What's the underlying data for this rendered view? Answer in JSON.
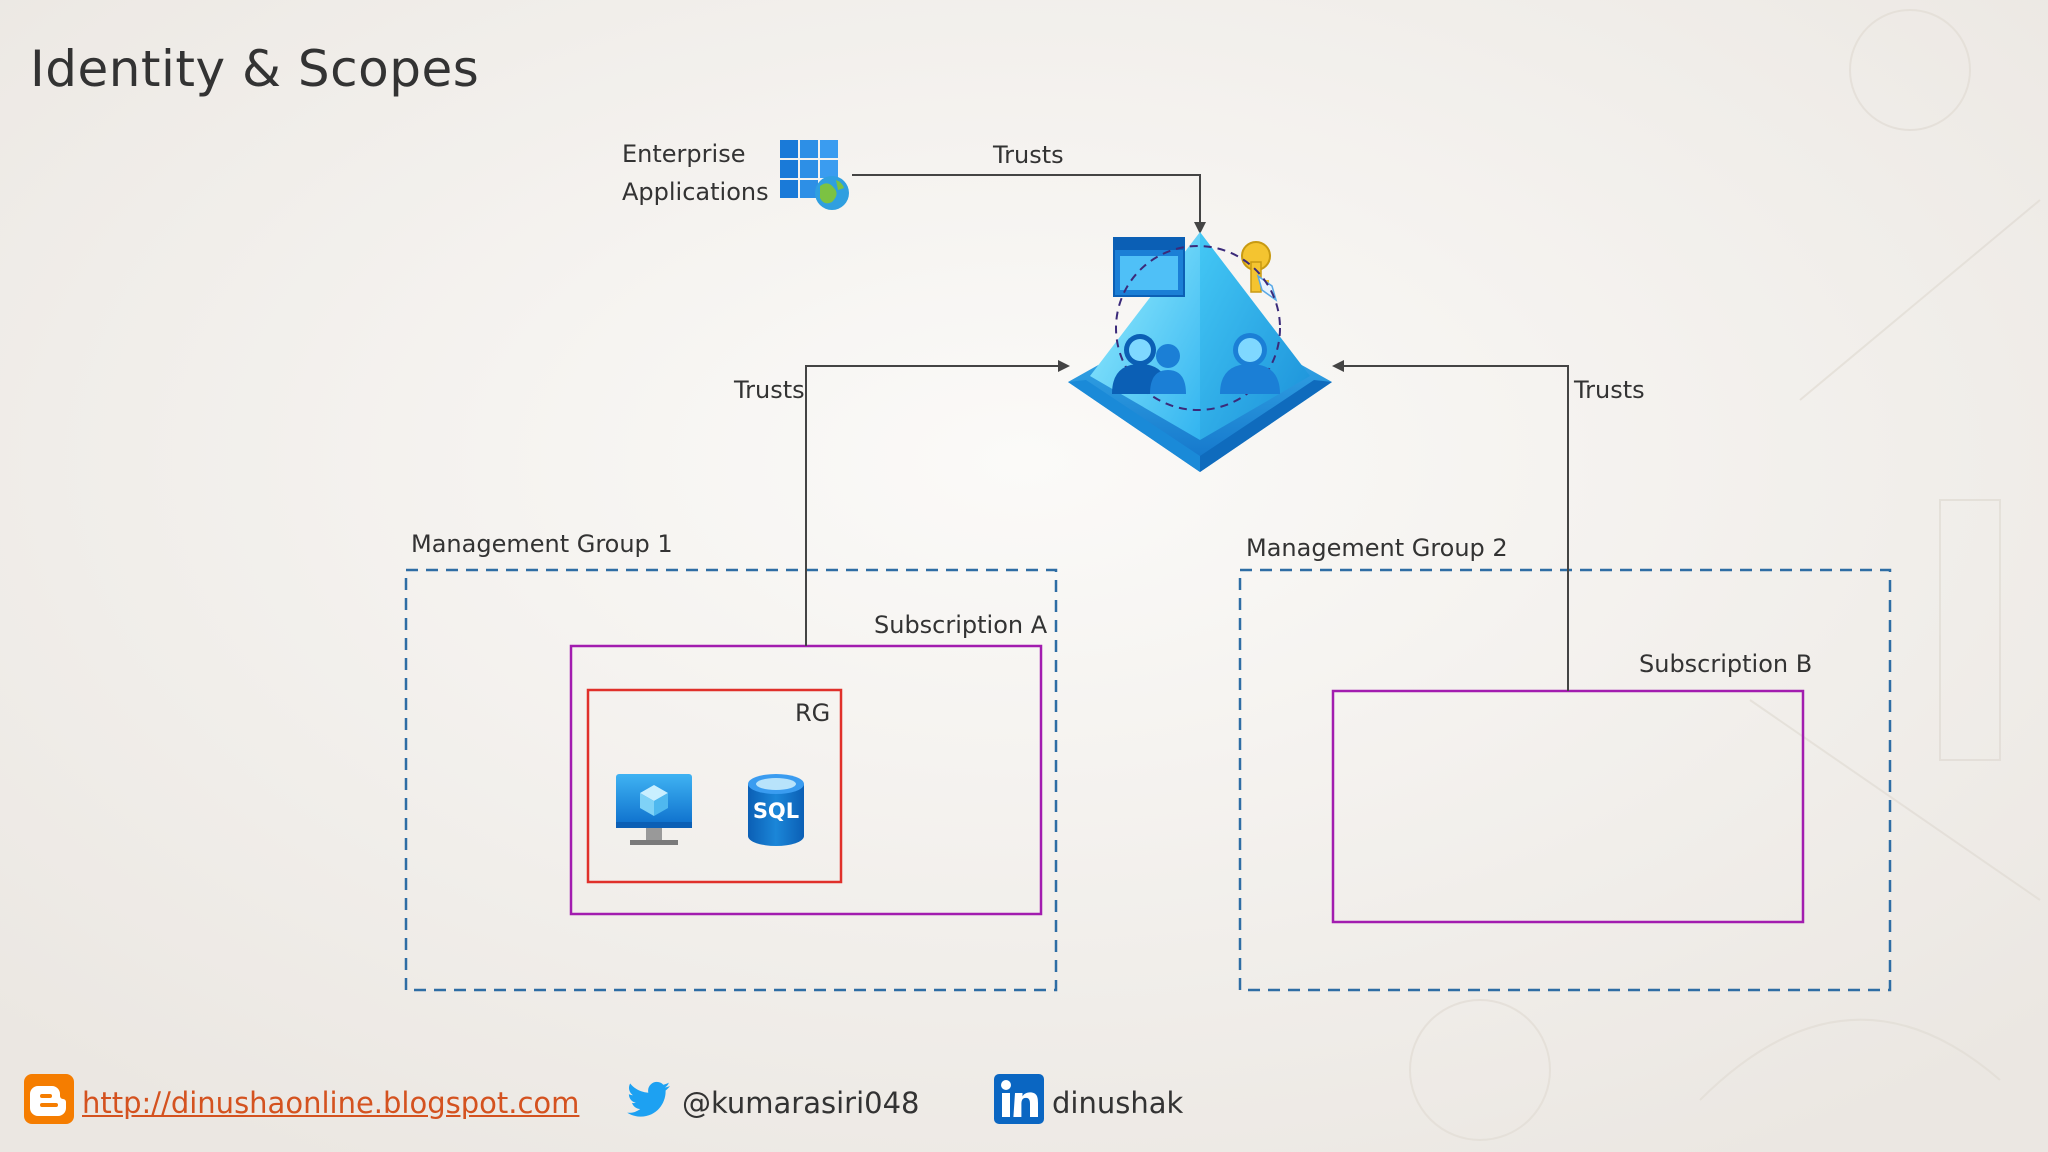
{
  "title": "Identity & Scopes",
  "labels": {
    "enterprise_line1": "Enterprise",
    "enterprise_line2": "Applications",
    "trusts_top": "Trusts",
    "trusts_left": "Trusts",
    "trusts_right": "Trusts",
    "mg1": "Management Group 1",
    "mg2": "Management Group 2",
    "sub_a": "Subscription A",
    "sub_b": "Subscription B",
    "rg": "RG",
    "sql": "SQL"
  },
  "footer": {
    "blog_url": "http://dinushaonline.blogspot.com",
    "twitter": "@kumarasiri048",
    "linkedin": "dinushak"
  },
  "icons": {
    "enterprise_apps": "enterprise-applications-icon",
    "azure_ad": "azure-active-directory-icon",
    "vm": "virtual-machine-icon",
    "sql": "sql-database-icon",
    "blogger": "blogger-icon",
    "twitter": "twitter-icon",
    "linkedin": "linkedin-icon"
  },
  "colors": {
    "management_group_border": "#2e6da4",
    "subscription_border": "#a21caf",
    "rg_border": "#e0302a",
    "connector": "#444444",
    "blogger": "#f57d00",
    "twitter": "#1da1f2",
    "linkedin": "#0a66c2"
  }
}
